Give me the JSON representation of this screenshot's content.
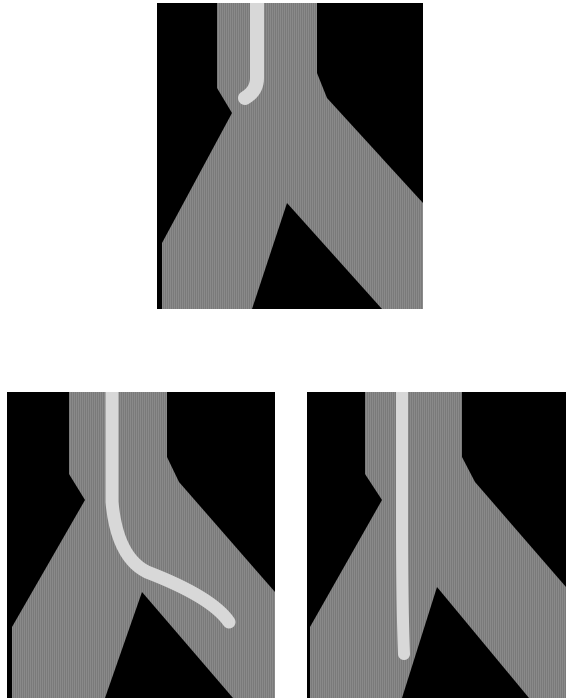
{
  "figure": {
    "panels": [
      {
        "id": "top",
        "content": "vessel-bifurcation",
        "catheter": "short-tip-in-trunk"
      },
      {
        "id": "bottom-left",
        "content": "vessel-bifurcation",
        "catheter": "curved-into-right-branch"
      },
      {
        "id": "bottom-right",
        "content": "vessel-bifurcation",
        "catheter": "straight-into-left-branch"
      }
    ],
    "colors": {
      "background": "#000000",
      "vessel": "#8a8a8a",
      "catheter": "#d8d8d8",
      "page": "#ffffff"
    }
  }
}
